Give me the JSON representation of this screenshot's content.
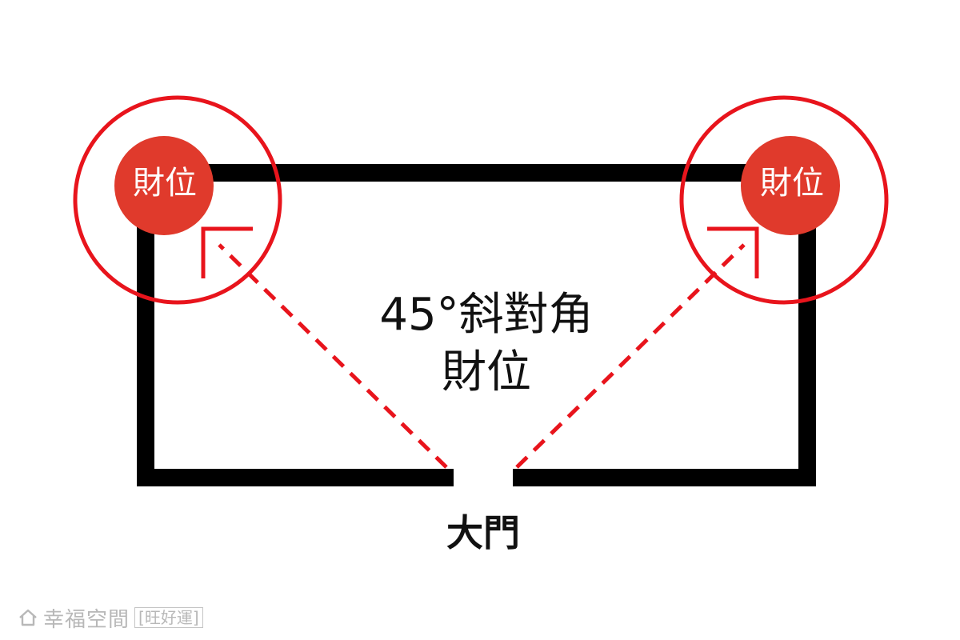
{
  "colors": {
    "wall": "#000000",
    "ring": "#e8141c",
    "dot": "#e03a2c",
    "dash": "#e8141c",
    "text": "#111111",
    "watermark": "#b8b8b8"
  },
  "corners": {
    "left_label": "財位",
    "right_label": "財位"
  },
  "center": {
    "line1": "45°斜對角",
    "line2": "財位"
  },
  "door_label": "大門",
  "watermark": {
    "icon": "house-icon",
    "brand": "幸福空間",
    "tag": "[旺好運]"
  }
}
